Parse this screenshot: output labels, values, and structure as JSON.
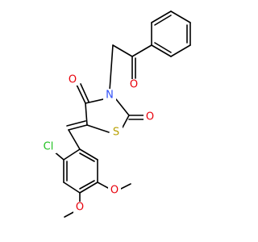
{
  "colors": {
    "oxygen": "#e8000b",
    "sulfur": "#b8a000",
    "nitrogen": "#3050f8",
    "chlorine": "#1fc01f",
    "carbon": "#000000",
    "background": "#ffffff"
  },
  "atoms": {
    "ketone_o": "O",
    "carbonyl_o4": "O",
    "carbonyl_o2": "O",
    "ring_n": "N",
    "ring_s": "S",
    "chlorine": "Cl",
    "methoxy_o_upper": "O",
    "methoxy_o_lower": "O"
  }
}
